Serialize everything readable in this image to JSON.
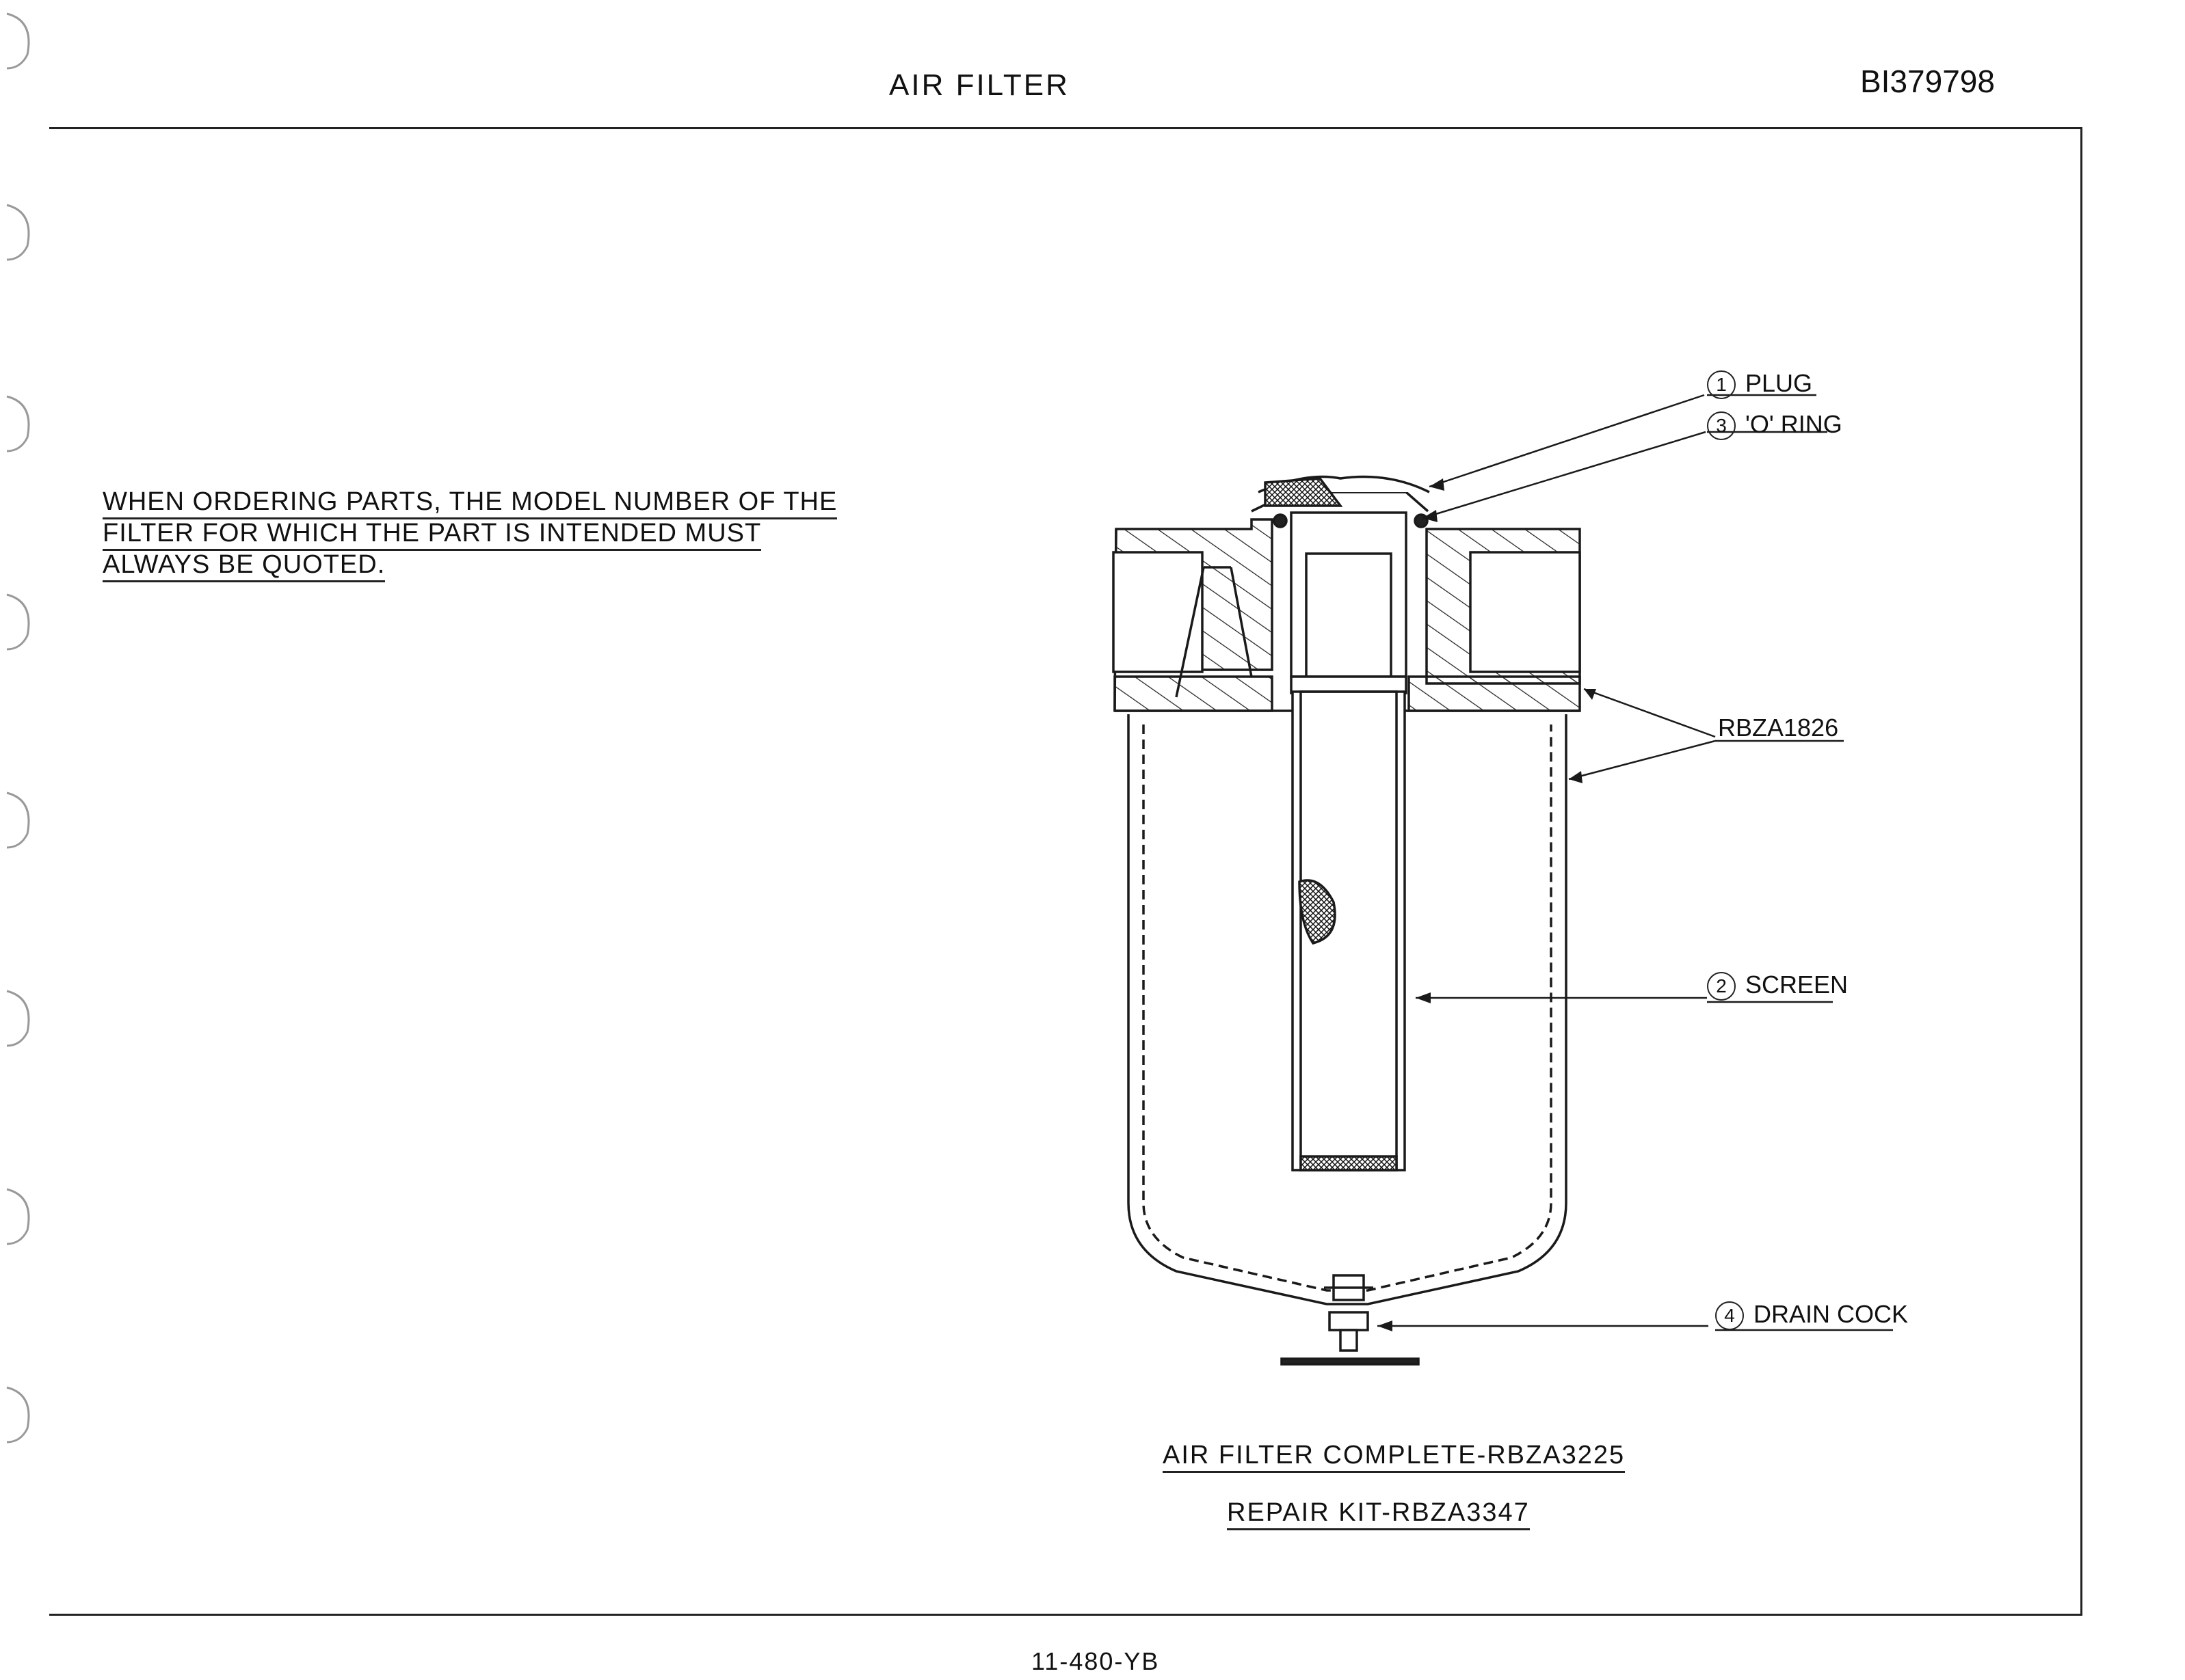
{
  "header": {
    "title": "AIR FILTER",
    "doc_number": "BI379798"
  },
  "note": {
    "line1": "WHEN ORDERING PARTS, THE MODEL NUMBER OF THE",
    "line2": "FILTER FOR WHICH THE PART IS INTENDED MUST",
    "line3": "ALWAYS BE QUOTED."
  },
  "labels": {
    "plug": {
      "num": "1",
      "text": "PLUG"
    },
    "o_ring": {
      "num": "3",
      "text": "'O' RING"
    },
    "body": {
      "text": "RBZA1826"
    },
    "screen": {
      "num": "2",
      "text": "SCREEN"
    },
    "drain_cock": {
      "num": "4",
      "text": "DRAIN COCK"
    }
  },
  "captions": {
    "complete": "AIR FILTER COMPLETE-RBZA3225",
    "repair_kit": "REPAIR KIT-RBZA3347"
  },
  "footer": {
    "page_ref": "11-480-YB"
  }
}
